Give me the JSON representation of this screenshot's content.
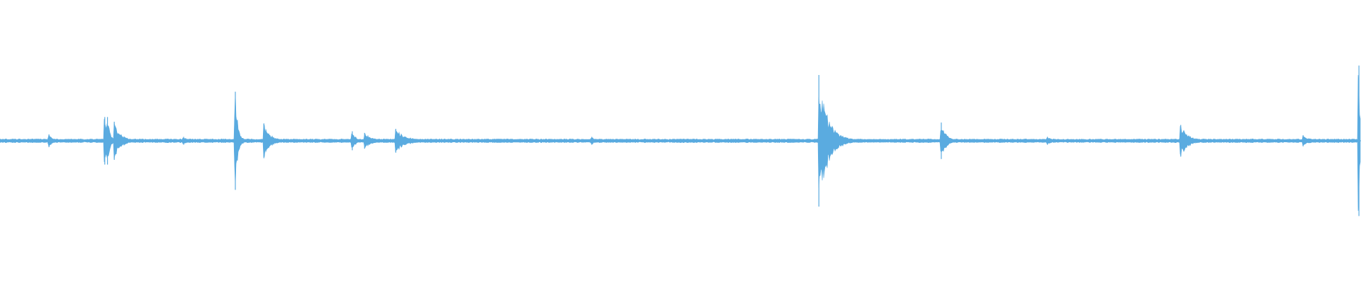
{
  "colors": {
    "background": "#ffffff",
    "waveform": "#5aabe0"
  },
  "chart_data": {
    "type": "area",
    "title": "",
    "xlabel": "",
    "ylabel": "",
    "grid": false,
    "legend": "none",
    "ylim": [
      -1.0,
      1.0
    ],
    "xlim": [
      0.0,
      1.0
    ],
    "noise_floor": 0.025,
    "events": [
      {
        "t": 0.036,
        "peak": 0.08,
        "decay": 0.004
      },
      {
        "t": 0.077,
        "peak": 0.3,
        "decay": 0.002
      },
      {
        "t": 0.079,
        "peak": 0.3,
        "decay": 0.002
      },
      {
        "t": 0.084,
        "peak": 0.24,
        "decay": 0.005
      },
      {
        "t": 0.135,
        "peak": 0.05,
        "decay": 0.004
      },
      {
        "t": 0.173,
        "peak": 0.62,
        "decay": 0.002
      },
      {
        "t": 0.194,
        "peak": 0.22,
        "decay": 0.005
      },
      {
        "t": 0.259,
        "peak": 0.12,
        "decay": 0.003
      },
      {
        "t": 0.268,
        "peak": 0.1,
        "decay": 0.006
      },
      {
        "t": 0.291,
        "peak": 0.15,
        "decay": 0.008
      },
      {
        "t": 0.435,
        "peak": 0.05,
        "decay": 0.004
      },
      {
        "t": 0.602,
        "peak": 0.83,
        "decay": 0.007
      },
      {
        "t": 0.692,
        "peak": 0.23,
        "decay": 0.004
      },
      {
        "t": 0.77,
        "peak": 0.05,
        "decay": 0.004
      },
      {
        "t": 0.868,
        "peak": 0.2,
        "decay": 0.006
      },
      {
        "t": 0.958,
        "peak": 0.07,
        "decay": 0.006
      },
      {
        "t": 0.999,
        "peak": 0.95,
        "decay": 0.001
      }
    ]
  }
}
